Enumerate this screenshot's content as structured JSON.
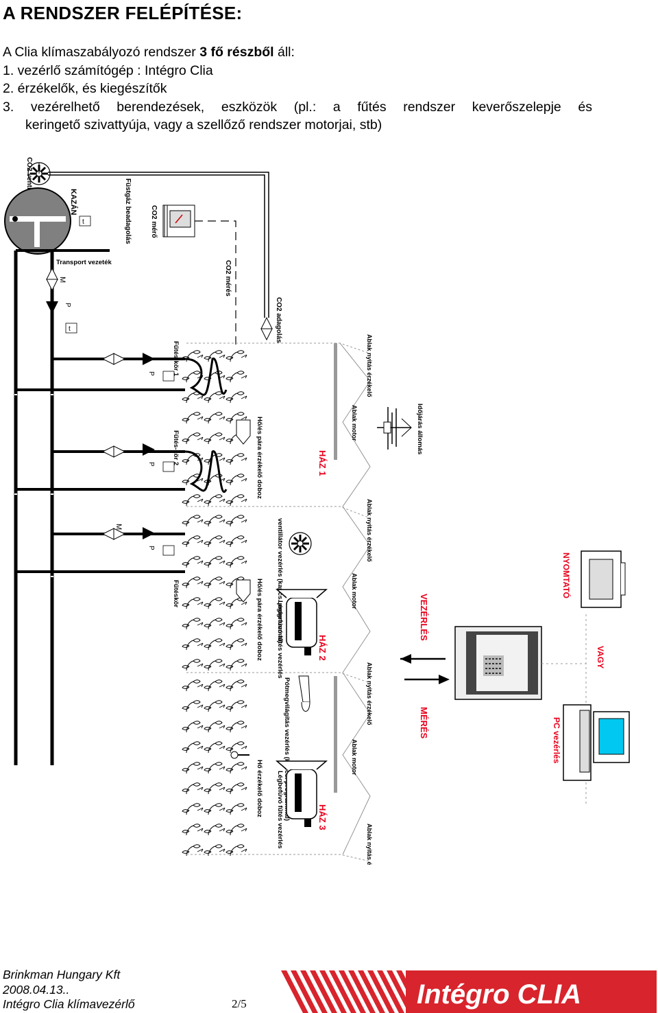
{
  "title": "A RENDSZER FELÉPÍTÉSE:",
  "intro": {
    "line1_pre": "A Clia klímaszabályozó rendszer ",
    "line1_bold": "3 fő részből",
    "line1_post": " áll:",
    "item1": "1. vezérlő számítógép : Intégro Clia",
    "item2": "2. érzékelők, és kiegészítők",
    "item3": "3. vezérelhető berendezések, eszközök (pl.: a fűtés rendszer keverőszelepje és",
    "item3_cont": "keringető szivattyúja, vagy a szellőző rendszer motorjai, stb)"
  },
  "diagram": {
    "co2_vent": "CO2 ventillátor",
    "kazan": "KAZÁN",
    "fustgaz": "Füstgáz beadagolás",
    "co2_mero": "CO2 mérő",
    "transport": "Transport vezeték",
    "co2_meres": "CO2 mérés",
    "co2_adag": "CO2 adagolás",
    "futeskor1": "Fűtés-kör 1",
    "futeskor2": "Fűtés-kör 2",
    "futeskor": "Fűtéskör",
    "homers_pra1": "Hő/és pára érzékelő doboz",
    "homers_pra2": "Hő/és pára érzékelő doboz",
    "ho_erz": "Hő érzékelő doboz",
    "vent_vez": "ventillátor vezérlés (kapcs. programmal)",
    "legbefuvo1": "Légbefúvó fűtés vezérlés",
    "legbefuvo2": "Légbefúvó fűtés vezérlés",
    "potmegvil": "Pótmegvilágítás vezérlés (kapcs. programmal)",
    "ablak_nyitas": "Ablak nyitás érzékelő",
    "ablak_motor": "Ablak motor",
    "idojaras": "Időjárás állomás",
    "haz1": "HÁZ 1",
    "haz2": "HÁZ 2",
    "haz3": "HÁZ 3",
    "vezerles": "VEZÉRLÉS",
    "meres": "MÉRÉS",
    "nyomtato": "NYOMTATÓ",
    "vagy": "VAGY",
    "pc": "PC vezérlés",
    "m": "M",
    "p": "P",
    "t": "t"
  },
  "footer": {
    "company": "Brinkman Hungary Kft",
    "date": "2008.04.13..",
    "product": "Intégro Clia klímavezérlő",
    "page": "2/5",
    "logo_text": "Intégro CLIA"
  },
  "colors": {
    "red": "#e8001c",
    "stripe": "#d8242c",
    "screen": "#00c8f0"
  }
}
